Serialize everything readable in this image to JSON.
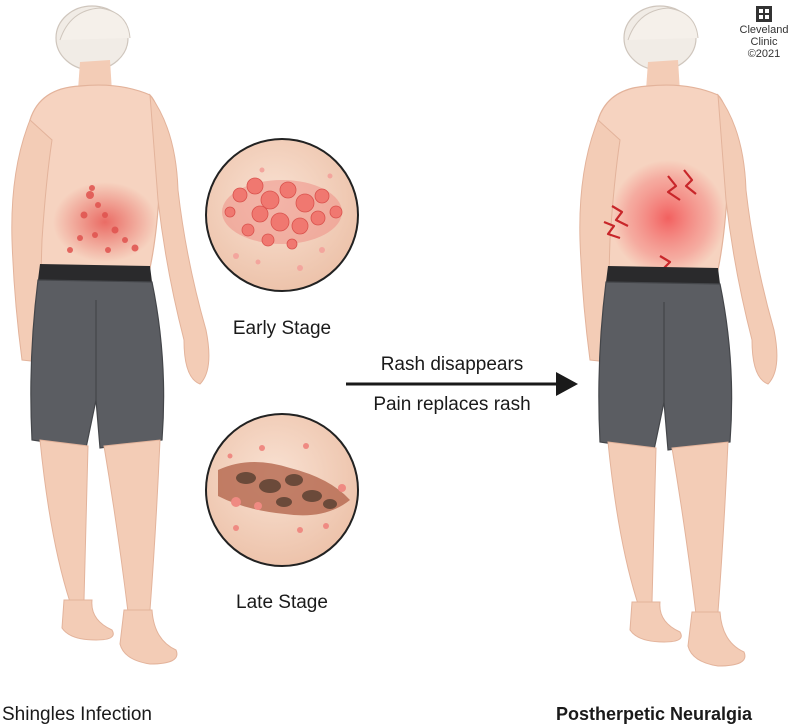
{
  "captions": {
    "left": "Shingles Infection",
    "right": "Postherpetic Neuralgia"
  },
  "stages": {
    "early": "Early Stage",
    "late": "Late Stage"
  },
  "arrow": {
    "top": "Rash disappears",
    "bottom": "Pain replaces rash"
  },
  "logo": {
    "line1": "Cleveland",
    "line2": "Clinic",
    "line3": "©2021"
  },
  "colors": {
    "skin": "#f6d3c0",
    "skin_shadow": "#e9b59c",
    "shorts": "#5b5d62",
    "waistband": "#2a2a2c",
    "rash": "#e85a55",
    "pain_glow": "#f26a6a",
    "crust": "#6b4a3a"
  }
}
